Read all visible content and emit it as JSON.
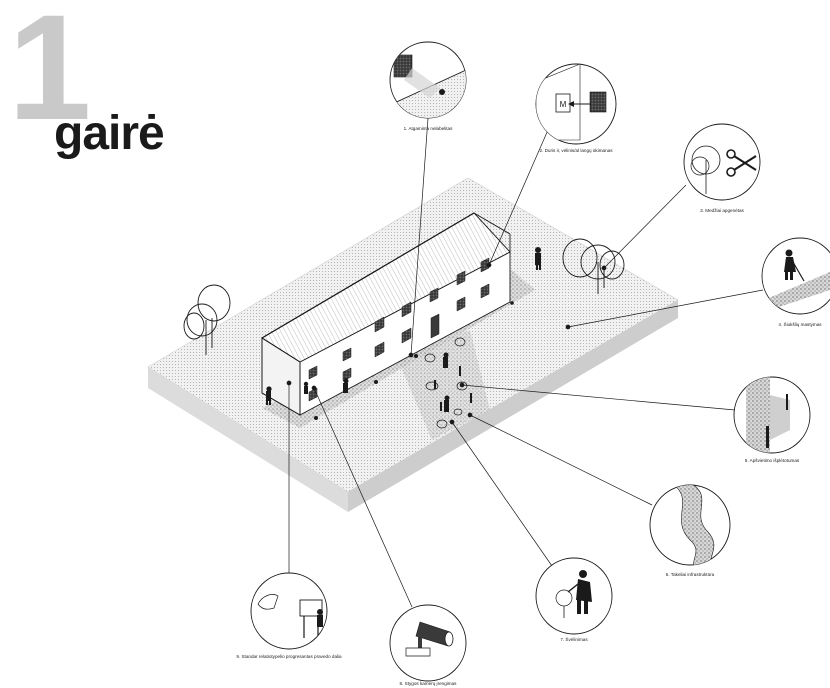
{
  "header": {
    "number": "1",
    "word": "gairė"
  },
  "callouts": [
    {
      "id": "c1",
      "caption": "1. Atgaminta nelabelitas",
      "icon": "window-wall-icon"
    },
    {
      "id": "c2",
      "caption": "2. Duris ir, vėlinis/al langų ūkimanas",
      "icon": "door-window-icon"
    },
    {
      "id": "c3",
      "caption": "3. Medžiai apgenėtas",
      "icon": "scissors-tree-icon"
    },
    {
      "id": "c4",
      "caption": "4. Šiukšlių mastymas",
      "icon": "sweeping-person-icon"
    },
    {
      "id": "c5",
      "caption": "5. Apšvietimo išplėtotumas",
      "icon": "lamp-post-icon"
    },
    {
      "id": "c6",
      "caption": "6. Takeliai infrastruktūra",
      "icon": "gravel-path-icon"
    },
    {
      "id": "c7",
      "caption": "7. Švėlinimas",
      "icon": "gardener-icon"
    },
    {
      "id": "c8",
      "caption": "8. Stygos kamerų įrengimas",
      "icon": "security-camera-icon"
    },
    {
      "id": "c9",
      "caption": "9. Standar relatiotypelio progresantas pravedo dalia",
      "icon": "info-board-icon"
    }
  ],
  "colors": {
    "ink": "#1a1a1a",
    "ground": "#e9e9e9",
    "ground_dots": "#b8b8b8",
    "plinth": "#d0d0d0",
    "big_number": "#c9c9c9"
  }
}
